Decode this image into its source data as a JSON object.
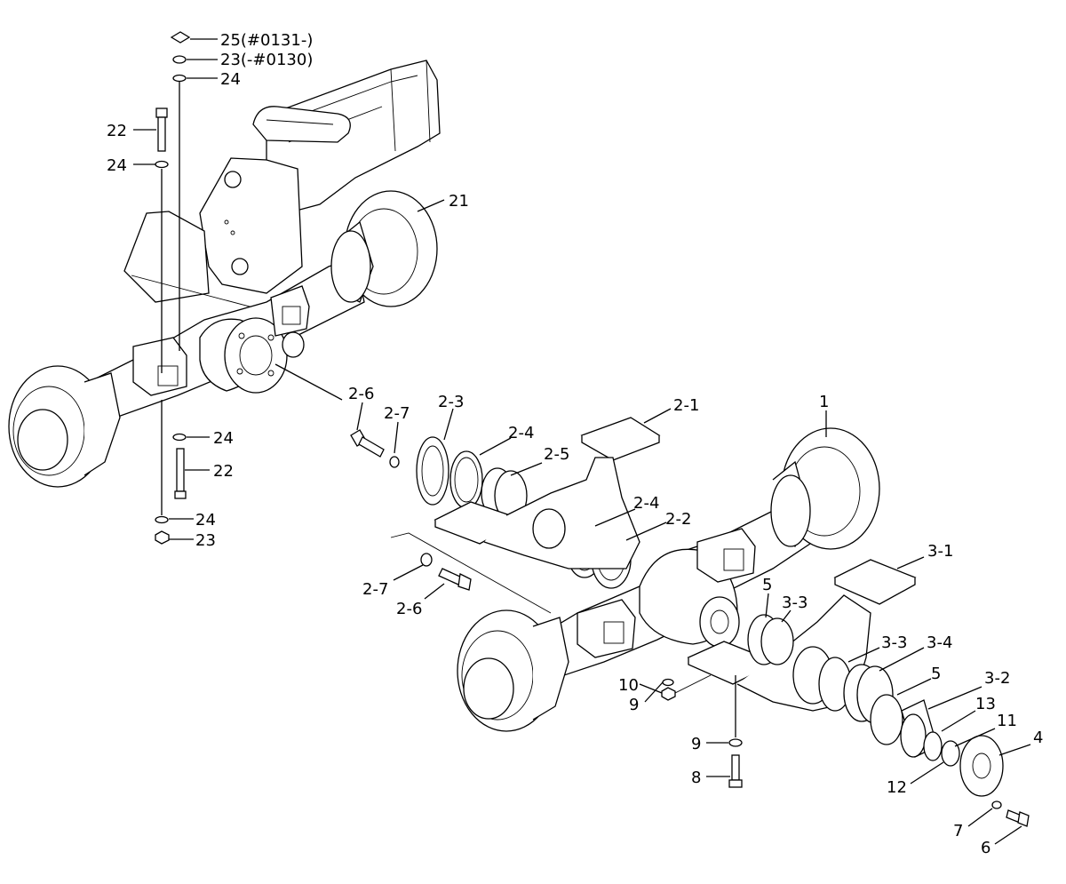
{
  "labels": {
    "l25": "25(#0131-)",
    "l23a": "23(-#0130)",
    "l24a": "24",
    "l22a": "22",
    "l24b": "24",
    "l21": "21",
    "l24c": "24",
    "l22b": "22",
    "l24d": "24",
    "l23b": "23",
    "l2_6a": "2-6",
    "l2_7a": "2-7",
    "l2_3": "2-3",
    "l2_4a": "2-4",
    "l2_5": "2-5",
    "l2_1": "2-1",
    "l1": "1",
    "l2_4b": "2-4",
    "l2_2": "2-2",
    "l2_7b": "2-7",
    "l2_6b": "2-6",
    "l3_1": "3-1",
    "l5a": "5",
    "l3_3a": "3-3",
    "l3_3b": "3-3",
    "l3_4": "3-4",
    "l5b": "5",
    "l3_2": "3-2",
    "l10": "10",
    "l9a": "9",
    "l13": "13",
    "l11": "11",
    "l4": "4",
    "l9b": "9",
    "l12": "12",
    "l8": "8",
    "l7": "7",
    "l6": "6"
  }
}
